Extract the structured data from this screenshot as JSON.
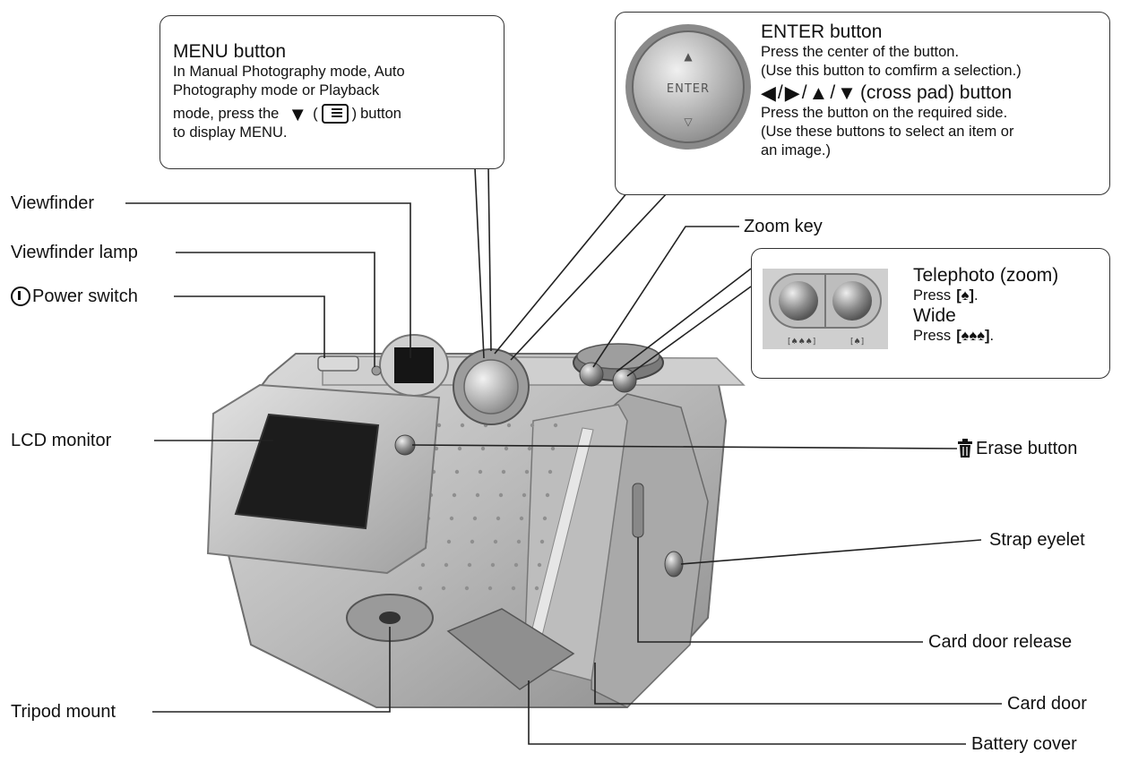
{
  "menu_callout": {
    "title": "MENU button",
    "line1": "In Manual Photography mode, Auto",
    "line2": "Photography mode or Playback",
    "line3_pre": "mode, press the",
    "line3_post": "button",
    "line4": "to display MENU."
  },
  "enter_callout": {
    "enter_title": "ENTER button",
    "enter_desc1": "Press the center of the button.",
    "enter_desc2": "(Use this button to comfirm a selection.)",
    "cross_title": "(cross pad) button",
    "cross_desc1": "Press the button on the required side.",
    "cross_desc2": "(Use these buttons to select an item or",
    "cross_desc3": "an image.)",
    "button_text": "ENTER"
  },
  "zoom_callout": {
    "tele_title": "Telephoto (zoom)",
    "tele_press": "Press",
    "wide_title": "Wide",
    "wide_press": "Press"
  },
  "labels": {
    "viewfinder": "Viewfinder",
    "viewfinder_lamp": "Viewfinder lamp",
    "power_switch": "Power switch",
    "lcd_monitor": "LCD monitor",
    "tripod_mount": "Tripod mount",
    "zoom_key": "Zoom key",
    "erase_button": "Erase button",
    "strap_eyelet": "Strap eyelet",
    "card_door_release": "Card door release",
    "card_door": "Card door",
    "battery_cover": "Battery cover"
  },
  "icons": [
    "power-icon",
    "trash-icon",
    "menu-icon",
    "triangle-down-icon",
    "arrow-left-icon",
    "arrow-right-icon",
    "arrow-up-icon",
    "arrow-down-icon",
    "telephoto-icon",
    "wide-icon"
  ],
  "colors": {
    "ink": "#111111",
    "camera_body": "#b9b9b9",
    "lcd": "#1c1c1c"
  }
}
